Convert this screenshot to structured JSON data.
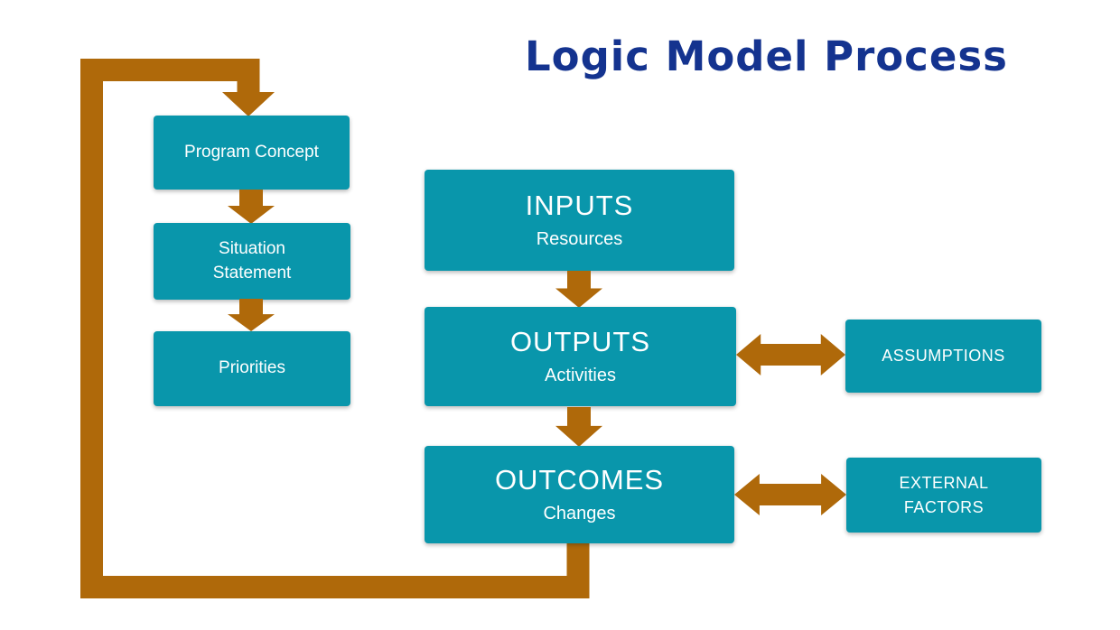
{
  "title": "Logic Model Process",
  "colors": {
    "box_teal": "#0996ab",
    "arrow_orange": "#af690a",
    "title_blue": "#14338f",
    "box_text": "#ffffff"
  },
  "planning": {
    "boxes": [
      {
        "label": "Program Concept"
      },
      {
        "label": "Situation Statement"
      },
      {
        "label": "Priorities"
      }
    ]
  },
  "flow": {
    "inputs": {
      "title": "INPUTS",
      "subtitle": "Resources"
    },
    "outputs": {
      "title": "OUTPUTS",
      "subtitle": "Activities"
    },
    "outcomes": {
      "title": "OUTCOMES",
      "subtitle": "Changes"
    }
  },
  "context": {
    "assumptions": {
      "label": "ASSUMPTIONS"
    },
    "external_factors": {
      "label": "EXTERNAL FACTORS"
    }
  }
}
